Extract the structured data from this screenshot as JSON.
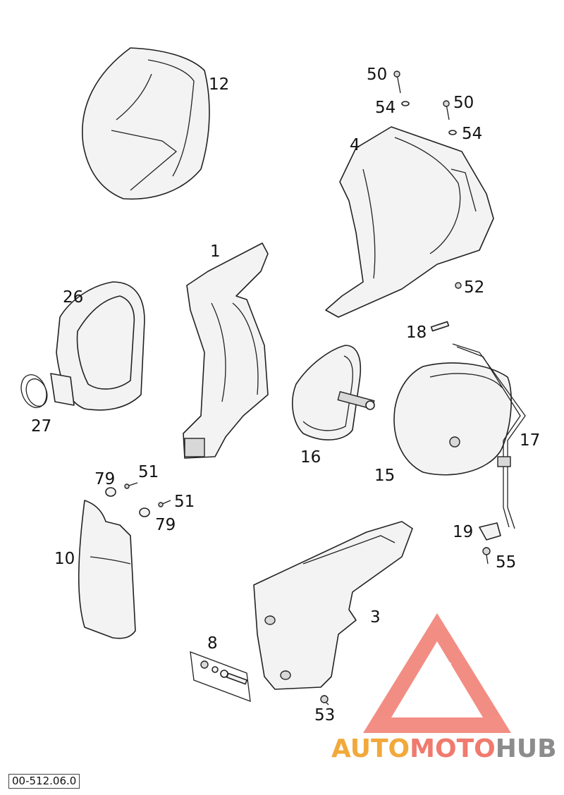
{
  "labels": {
    "p1": "1",
    "p3": "3",
    "p4": "4",
    "p8": "8",
    "p10": "10",
    "p12": "12",
    "p15": "15",
    "p16": "16",
    "p17": "17",
    "p18": "18",
    "p19": "19",
    "p26": "26",
    "p27": "27",
    "p50a": "50",
    "p50b": "50",
    "p51a": "51",
    "p51b": "51",
    "p52": "52",
    "p53": "53",
    "p54a": "54",
    "p54b": "54",
    "p55": "55",
    "p79a": "79",
    "p79b": "79"
  },
  "reference_code": "00-512.06.0",
  "watermark": {
    "part1": "AUTO",
    "part2": "MOTO",
    "part3": "HUB",
    "color_orange": "#f2a93b",
    "color_red": "#f07a6e",
    "color_gray": "#8c8c8c"
  }
}
